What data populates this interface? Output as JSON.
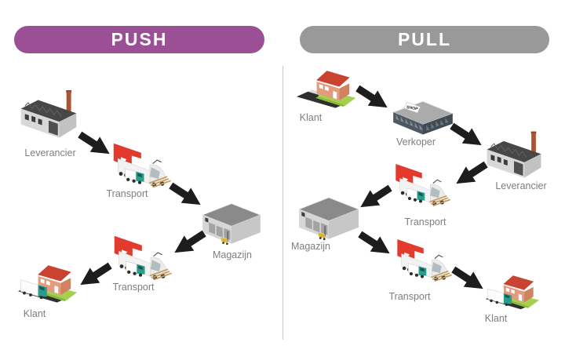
{
  "diagram": {
    "divider_color": "#c9c9c9",
    "label_color": "#7e7e7e",
    "arrow_color": "#1d1d1d",
    "background_color": "#ffffff"
  },
  "panels": {
    "push": {
      "title": "PUSH",
      "banner_color": "#9b4f95",
      "flow": "Leverancier → Transport → Magazijn → Transport → Klant",
      "nodes": [
        {
          "id": "leverancier",
          "label": "Leverancier",
          "icon": "factory-icon"
        },
        {
          "id": "transport-1",
          "label": "Transport",
          "icon": "truck-icon"
        },
        {
          "id": "magazijn",
          "label": "Magazijn",
          "icon": "warehouse-icon"
        },
        {
          "id": "transport-2",
          "label": "Transport",
          "icon": "truck-icon"
        },
        {
          "id": "klant",
          "label": "Klant",
          "icon": "house-truck-icon"
        }
      ]
    },
    "pull": {
      "title": "PULL",
      "banner_color": "#999999",
      "shop_sign": "SHOP",
      "flow": "Klant → Verkoper → Leverancier → Transport → Magazijn → Transport → Klant",
      "nodes": [
        {
          "id": "klant-1",
          "label": "Klant",
          "icon": "house-icon"
        },
        {
          "id": "verkoper",
          "label": "Verkoper",
          "icon": "shop-icon"
        },
        {
          "id": "leverancier",
          "label": "Leverancier",
          "icon": "factory-icon"
        },
        {
          "id": "transport-1",
          "label": "Transport",
          "icon": "truck-icon"
        },
        {
          "id": "magazijn",
          "label": "Magazijn",
          "icon": "warehouse-icon"
        },
        {
          "id": "transport-2",
          "label": "Transport",
          "icon": "truck-icon"
        },
        {
          "id": "klant-2",
          "label": "Klant",
          "icon": "house-truck-icon"
        }
      ]
    }
  }
}
